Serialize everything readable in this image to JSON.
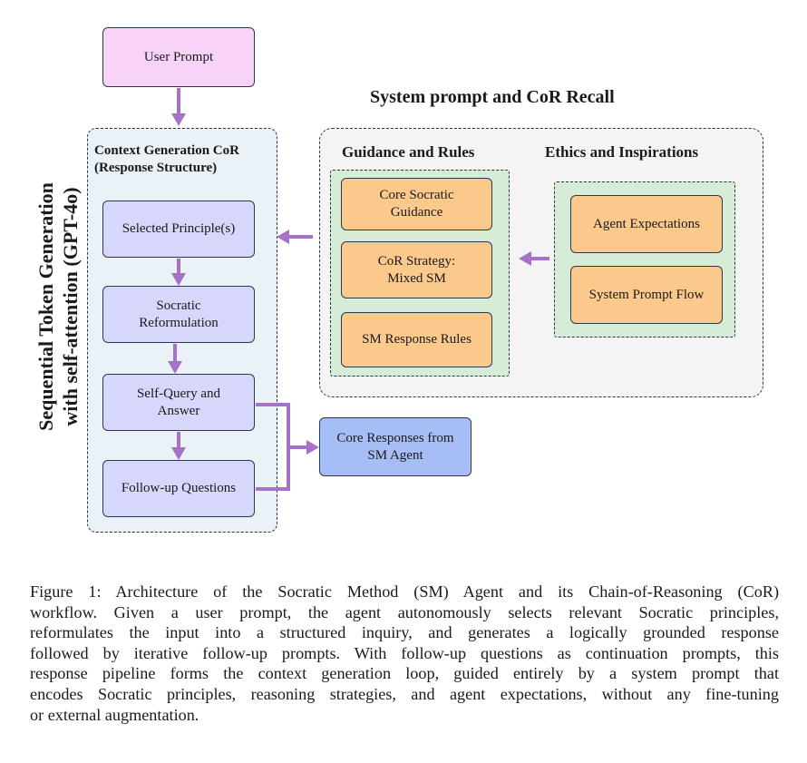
{
  "figure": {
    "vertical_label": "Sequential Token Generation\nwith self-attention (GPT-4o)",
    "system_title": "System prompt and CoR Recall",
    "context_title": "Context Generation CoR\n(Response Structure)",
    "guidance_title": "Guidance and Rules",
    "ethics_title": "Ethics and Inspirations",
    "nodes": {
      "user_prompt": "User Prompt",
      "selected_principles": "Selected Principle(s)",
      "socratic_reformulation": "Socratic\nReformulation",
      "self_query": "Self-Query and\nAnswer",
      "follow_up": "Follow-up Questions",
      "core_socratic": "Core Socratic\nGuidance",
      "cor_strategy": "CoR Strategy:\nMixed SM",
      "sm_rules": "SM Response Rules",
      "agent_expectations": "Agent Expectations",
      "system_prompt_flow": "System Prompt Flow",
      "core_responses": "Core Responses from\nSM Agent"
    },
    "colors": {
      "arrow": "#a672c8",
      "context_fill": "#eaf1f7",
      "system_fill": "#f4f4f4",
      "green_fill": "#d7ecd6",
      "orange": "#fbc98b",
      "lavender": "#d7d6fb",
      "pink": "#f9d2f7",
      "blue": "#a7bdf6"
    }
  },
  "caption": {
    "lines": [
      "Figure 1: Architecture of the Socratic Method (SM) Agent and its Chain-of-Reasoning (CoR)",
      "workflow. Given a user prompt, the agent autonomously selects relevant Socratic principles,",
      "reformulates the input into a structured inquiry, and generates a logically grounded response",
      "followed by iterative follow-up prompts. With follow-up questions as continuation prompts, this",
      "response pipeline forms the context generation loop, guided entirely by a system prompt that",
      "encodes Socratic principles, reasoning strategies, and agent expectations, without any fine-tuning",
      "or external augmentation."
    ]
  }
}
